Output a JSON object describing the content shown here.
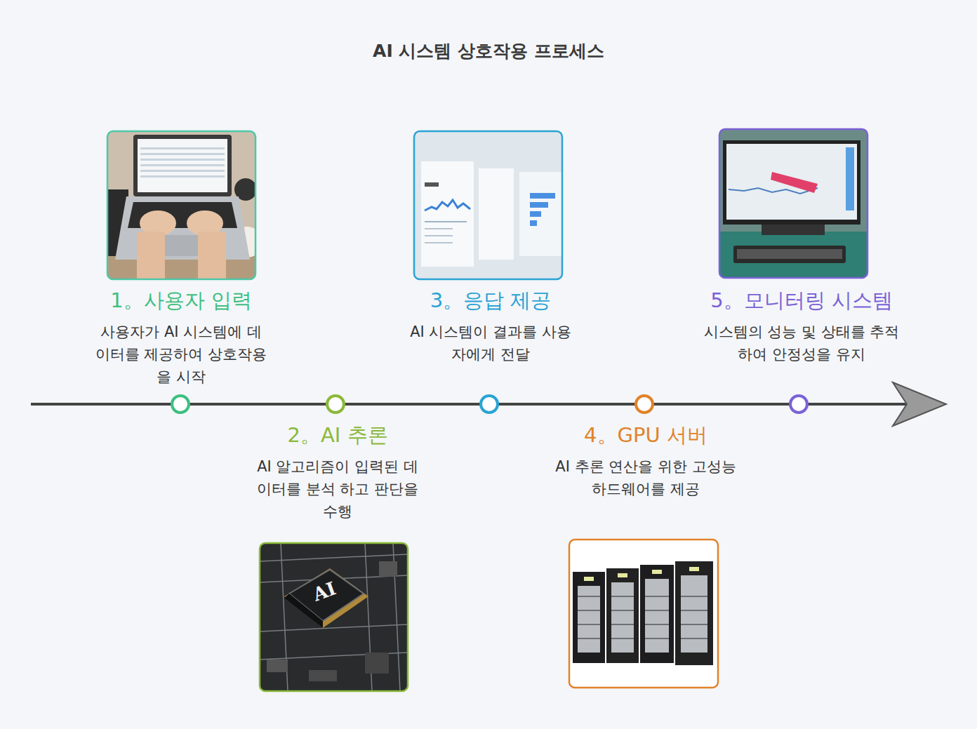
{
  "diagram": {
    "title": "AI 시스템 상호작용 프로세스",
    "nodes": [
      {
        "text": [
          "1。사용자 입력",
          "사용자가 AI 시스템에 데이터를 제공하여 상호작용을 시작"
        ]
      },
      {
        "text": [
          "2。AI 추론",
          "AI 알고리즘이 입력된 데이터를 분석 하고 판단을 수행"
        ]
      },
      {
        "text": [
          "3。응답 제공",
          "AI 시스템이 결과를 사용자에게 전달"
        ]
      },
      {
        "text": [
          "4。GPU 서버",
          "AI 추론 연산을 위한 고성능 하드웨어를 제공"
        ]
      },
      {
        "text": [
          "5。모니터링 시스템",
          "시스템의 성능 및 상태를 추적하여 안정성을 유지"
        ]
      }
    ],
    "labels": [
      "AI"
    ]
  }
}
